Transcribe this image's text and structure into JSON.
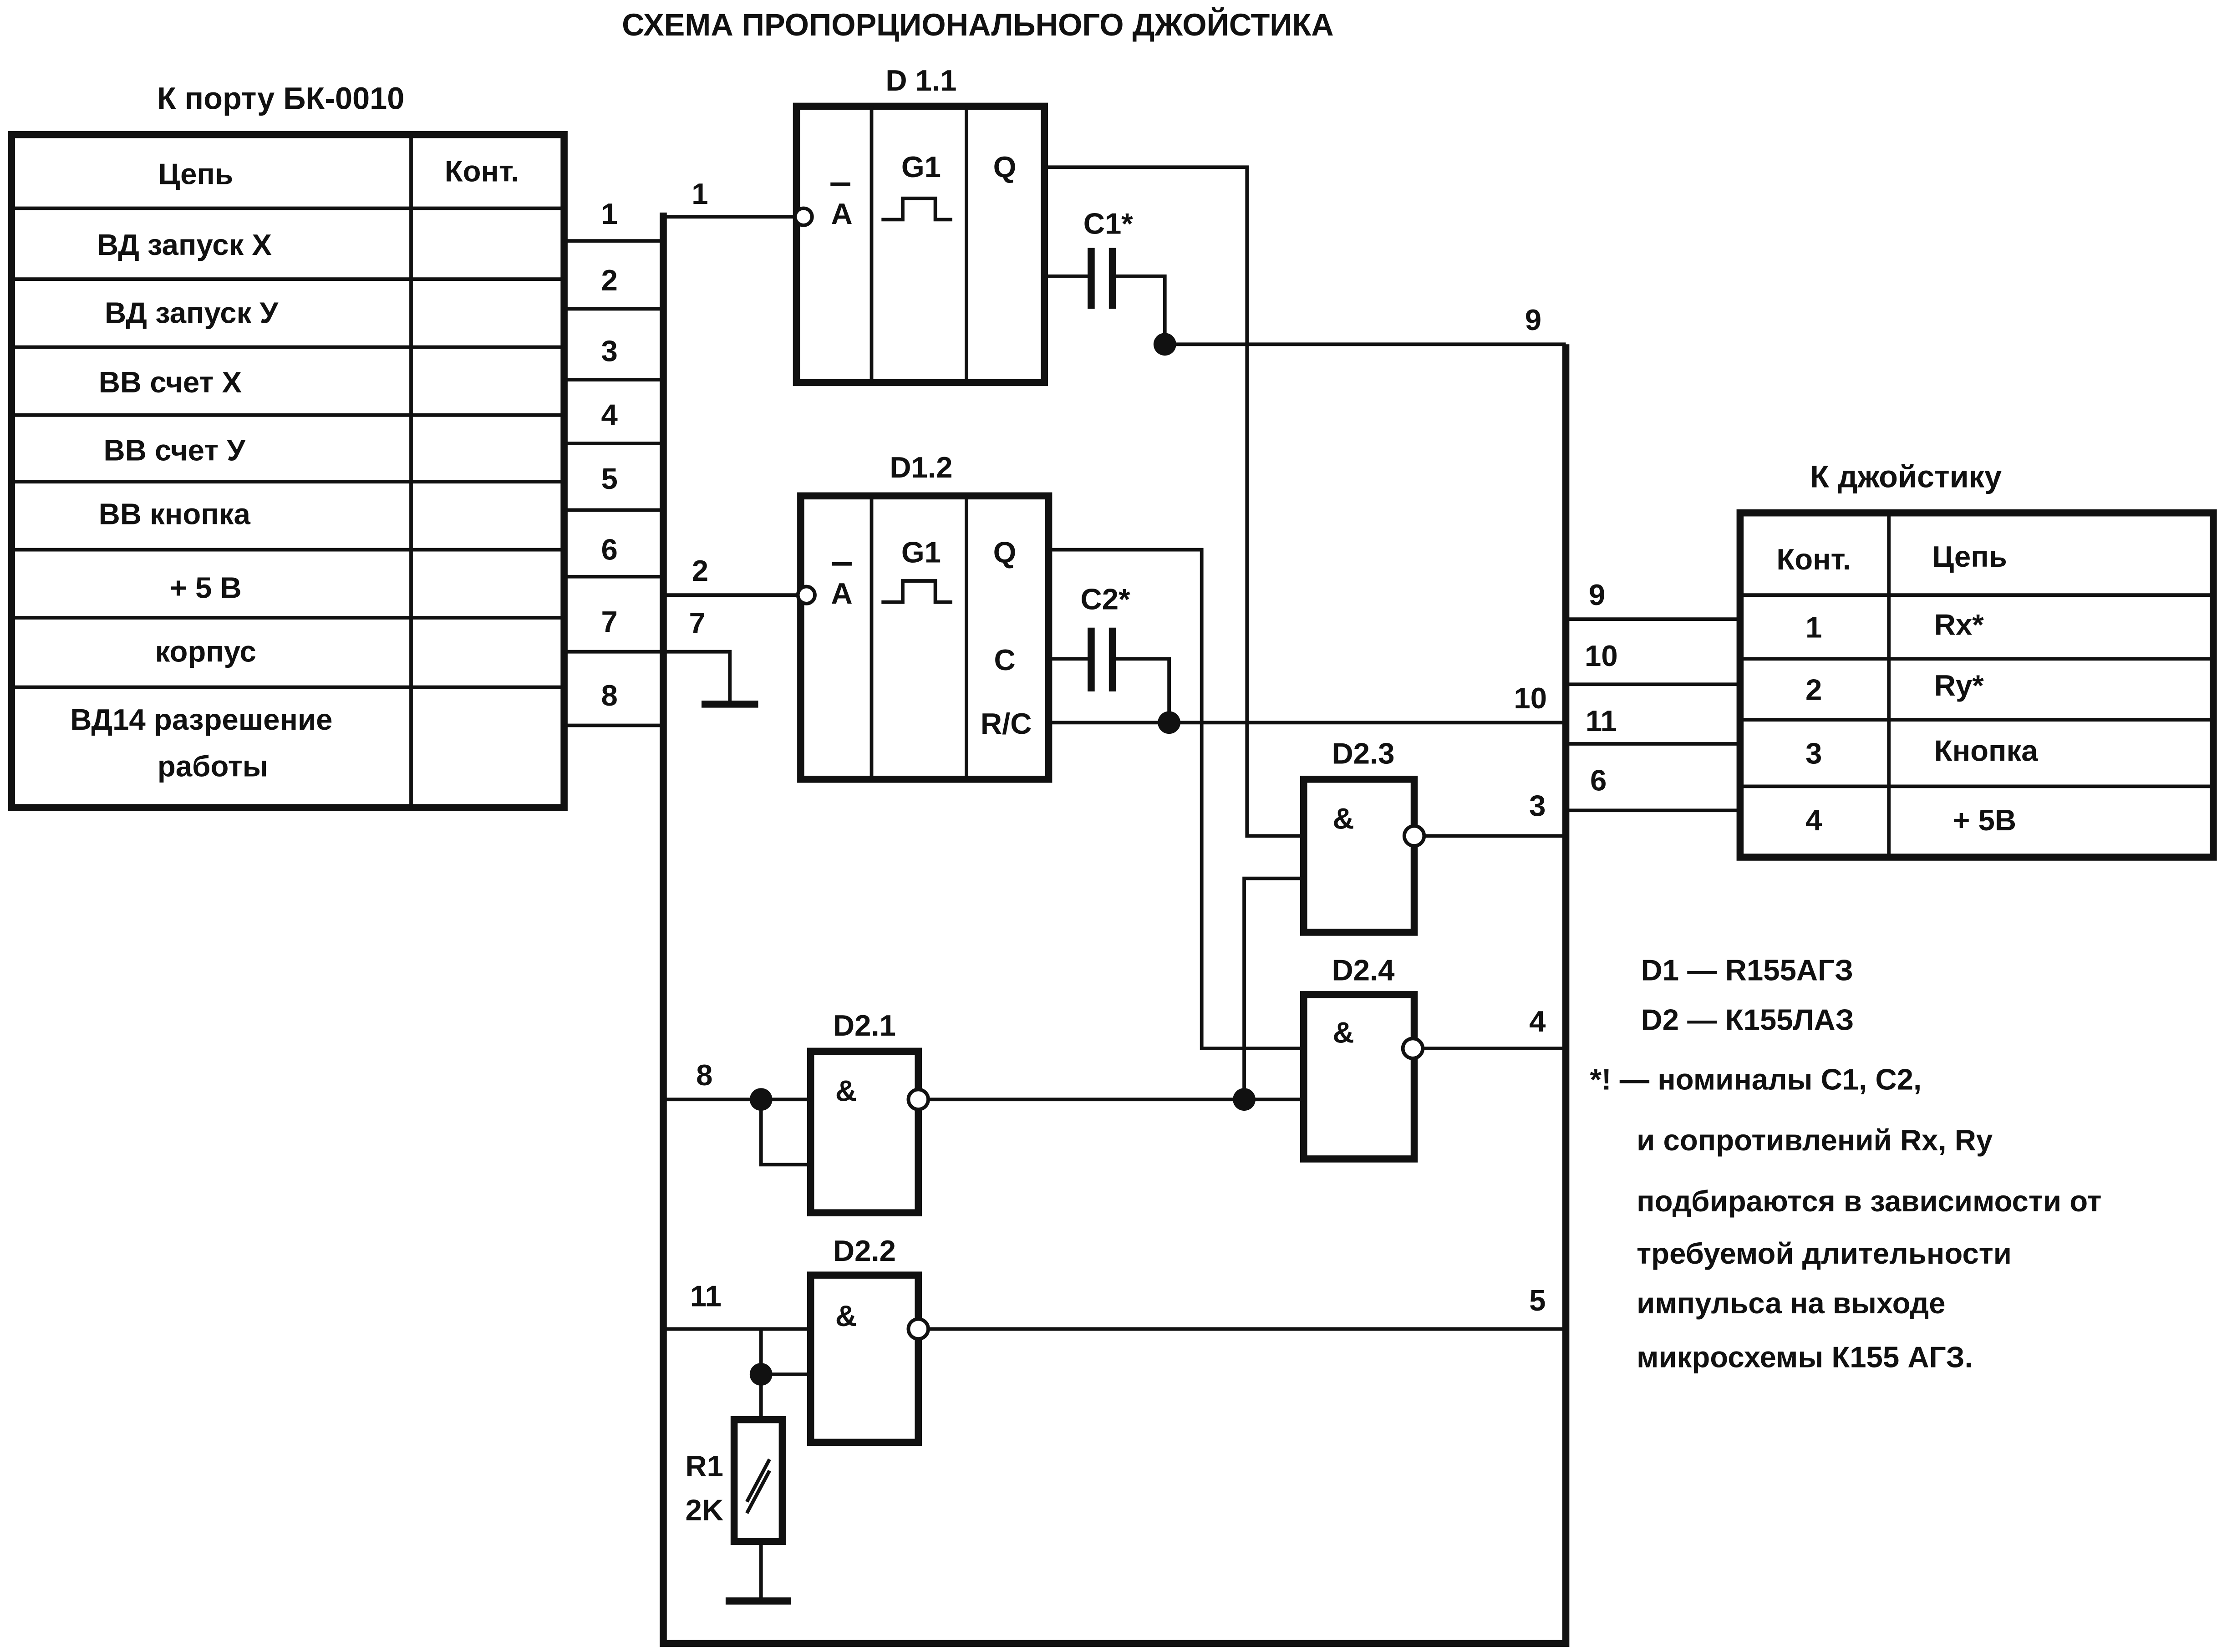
{
  "title": "СХЕМА ПРОПОРЦИОНАЛЬНОГО ДЖОЙСТИКА",
  "left_table": {
    "caption": "К порту БК-0010",
    "headers": [
      "Цепь",
      "Конт."
    ],
    "rows": [
      "ВД запуск X",
      "ВД запуск У",
      "ВВ счет X",
      "ВВ счет  У",
      "ВВ кнопка",
      "+ 5 В",
      "корпус",
      "ВД14 разрешение",
      "работы"
    ],
    "pins": [
      "1",
      "2",
      "3",
      "4",
      "5",
      "6",
      "7",
      "8"
    ]
  },
  "right_table": {
    "caption": "К джойстику",
    "headers": [
      "Конт.",
      "Цепь"
    ],
    "rows": [
      {
        "pin": "1",
        "net": "Rx*"
      },
      {
        "pin": "2",
        "net": "Ry*"
      },
      {
        "pin": "3",
        "net": "Кнопка"
      },
      {
        "pin": "4",
        "net": "+ 5В"
      }
    ],
    "wire_labels": [
      "9",
      "10",
      "11",
      "6"
    ]
  },
  "chips": {
    "d11": {
      "label": "D 1.1",
      "in": "A",
      "func": "G1",
      "out": "Q",
      "cap": "C1*"
    },
    "d12": {
      "label": "D1.2",
      "in": "A",
      "func": "G1",
      "out": "Q",
      "c": "C",
      "rc": "R/C",
      "cap": "C2*"
    },
    "d21": {
      "label": "D2.1",
      "sym": "&"
    },
    "d22": {
      "label": "D2.2",
      "sym": "&"
    },
    "d23": {
      "label": "D2.3",
      "sym": "&"
    },
    "d24": {
      "label": "D2.4",
      "sym": "&"
    }
  },
  "bus_labels": {
    "in1": "1",
    "in2": "2",
    "in7": "7",
    "in8": "8",
    "in11": "11",
    "out9": "9",
    "out10": "10",
    "out3": "3",
    "out4": "4",
    "out5": "5"
  },
  "resistor": {
    "name": "R1",
    "value": "2K"
  },
  "notes": [
    "D1  —  R155АГЗ",
    "D2  —  К155ЛАЗ",
    "*!  —  номиналы С1, С2,",
    "и сопротивлений Rx, Ry",
    "подбираются в зависимости от",
    "требуемой  длительности",
    "импульса  на выходе",
    "микросхемы К155 АГЗ."
  ]
}
